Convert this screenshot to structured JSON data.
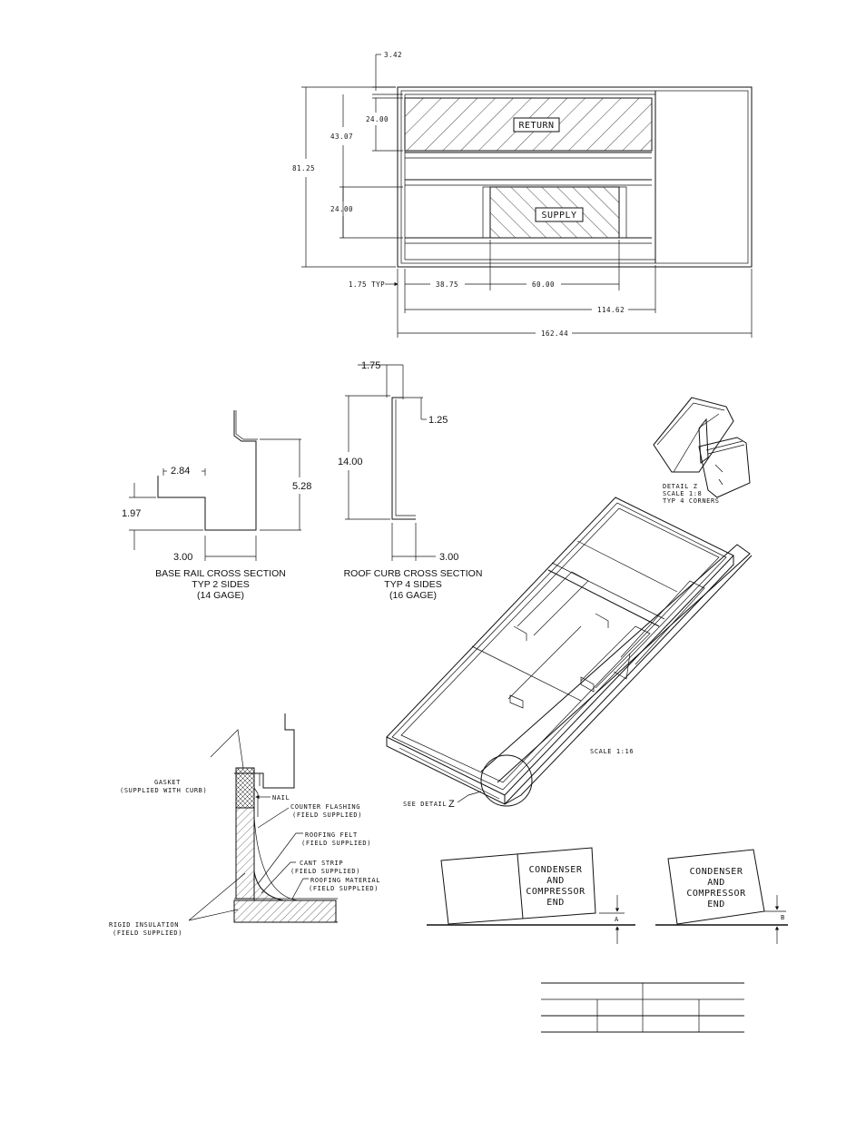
{
  "plan_view": {
    "dimensions": {
      "top_offset": "3.42",
      "overall_height": "81.25",
      "return_to_supply": "43.07",
      "return_height": "24.00",
      "supply_height": "24.00",
      "edge_typ": "1.75 TYP",
      "supply_offset": "38.75",
      "supply_width": "60.00",
      "return_width": "114.62",
      "overall_length": "162.44"
    },
    "labels": {
      "return": "RETURN",
      "supply": "SUPPLY"
    }
  },
  "base_rail": {
    "dims": {
      "a": "2.84",
      "b": "1.97",
      "c": "5.28",
      "d": "3.00"
    },
    "caption": [
      "BASE RAIL CROSS SECTION",
      "TYP 2 SIDES",
      "(14 GAGE)"
    ]
  },
  "roof_curb": {
    "dims": {
      "a": "1.75",
      "b": "1.25",
      "c": "14.00",
      "d": "3.00"
    },
    "caption": [
      "ROOF CURB CROSS SECTION",
      "TYP 4 SIDES",
      "(16 GAGE)"
    ]
  },
  "detail_z": {
    "lines": [
      "DETAIL  Z",
      "SCALE  1:8",
      "TYP 4 CORNERS"
    ]
  },
  "iso_view": {
    "scale": "SCALE  1:16",
    "see_detail": "SEE DETAIL"
  },
  "flashing": {
    "labels": {
      "gasket": "GASKET",
      "gasket_note": "(SUPPLIED WITH CURB)",
      "nail": "NAIL",
      "counter_flashing": "COUNTER FLASHING",
      "counter_flashing_note": "(FIELD SUPPLIED)",
      "roofing_felt": "ROOFING FELT",
      "roofing_felt_note": "(FIELD SUPPLIED)",
      "cant_strip": "CANT STRIP",
      "cant_strip_note": "(FIELD SUPPLIED)",
      "roofing_material": "ROOFING MATERIAL",
      "roofing_material_note": "(FIELD SUPPLIED)",
      "rigid_insulation": "RIGID INSULATION",
      "rigid_insulation_note": "(FIELD SUPPLIED)"
    }
  },
  "level": {
    "unit_a_label": [
      "CONDENSER",
      "AND",
      "COMPRESSOR",
      "END"
    ],
    "unit_b_label": [
      "CONDENSER",
      "AND",
      "COMPRESSOR",
      "END"
    ],
    "mark_a": "A",
    "mark_b": "B"
  }
}
